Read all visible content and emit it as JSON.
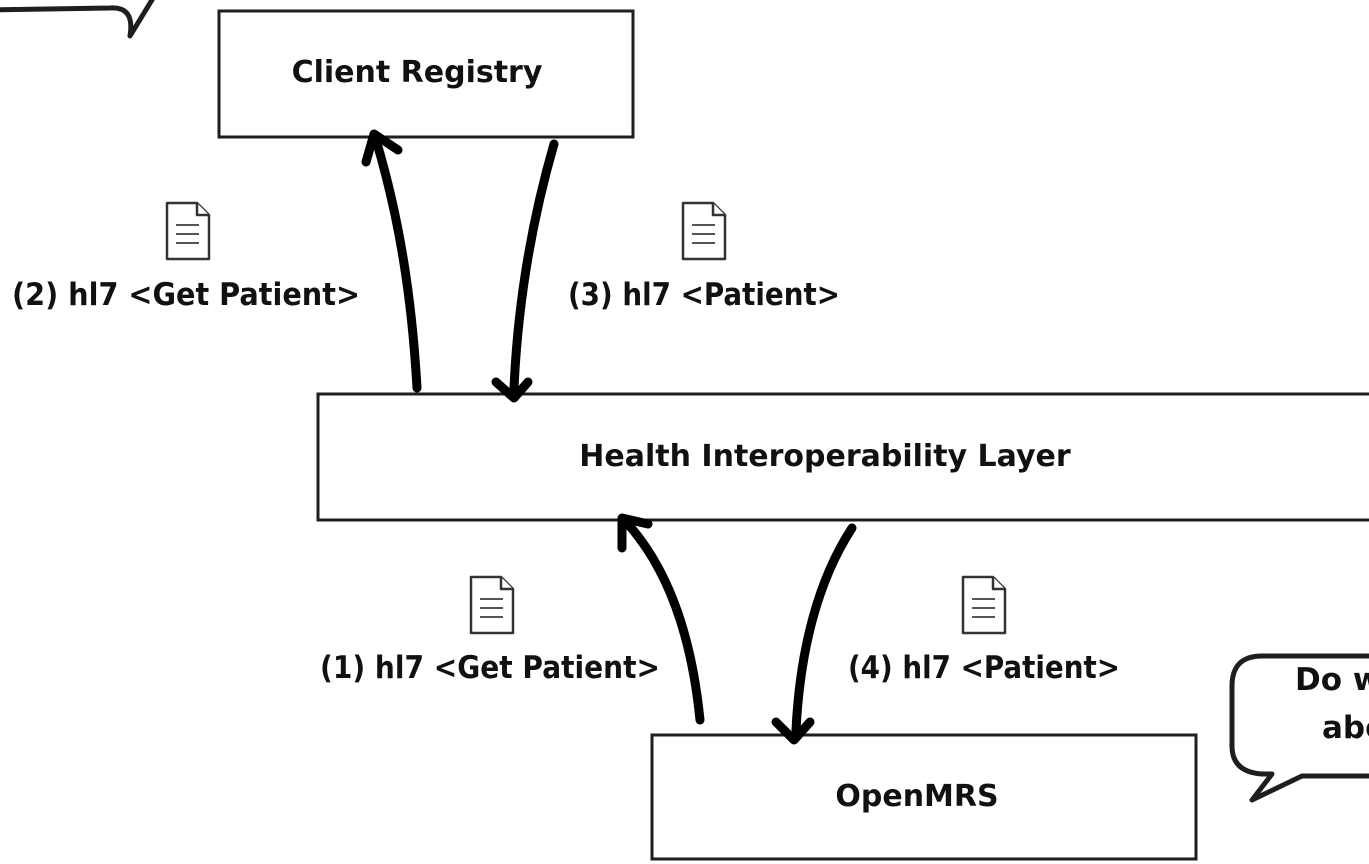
{
  "boxes": {
    "client_registry": "Client Registry",
    "hil": "Health Interoperability Layer",
    "openmrs": "OpenMRS"
  },
  "messages": {
    "m1": "(1) hl7 <Get Patient>",
    "m2": "(2) hl7 <Get Patient>",
    "m3": "(3) hl7 <Patient>",
    "m4": "(4) hl7 <Patient>"
  },
  "callouts": {
    "right_line1": "Do w",
    "right_line2": "abo"
  }
}
